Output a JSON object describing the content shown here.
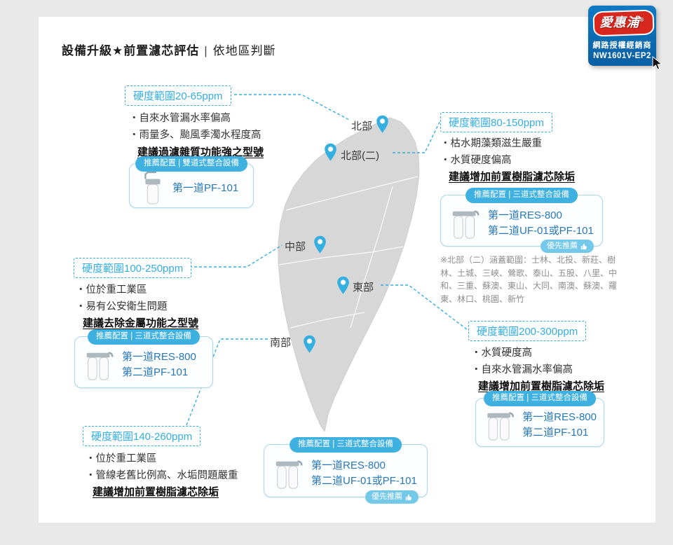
{
  "badge": {
    "logo": "愛惠浦",
    "reg": "®",
    "line1": "網路授權經銷商",
    "line2": "NW1601V-EP2"
  },
  "title": {
    "main": "設備升級★前置濾芯評估",
    "separator": "|",
    "sub": "依地區判斷"
  },
  "pins": {
    "north": "北部",
    "north2": "北部(二)",
    "central": "中部",
    "east": "東部",
    "south": "南部"
  },
  "callouts": {
    "north": {
      "hardness": "硬度範圍20-65ppm",
      "bullets": [
        "・自來水管漏水率偏高",
        "・雨量多、颱風季濁水程度高"
      ],
      "rec": "建議過濾雜質功能強之型號",
      "card": {
        "header": "推薦配置 | 雙道式整合設備",
        "line1": "第一道PF-101"
      }
    },
    "north2": {
      "hardness": "硬度範圍80-150ppm",
      "bullets": [
        "・枯水期藻類滋生嚴重",
        "・水質硬度偏高"
      ],
      "rec": "建議增加前置樹脂濾芯除垢",
      "card": {
        "header": "推薦配置 | 三道式整合設備",
        "line1": "第一道RES-800",
        "line2": "第二道UF-01或PF-101",
        "priority": "優先推薦"
      },
      "note": "※北部（二）涵蓋範圍：士林、北投、新莊、樹林、土城、三峽、鶯歌、泰山、五股、八里、中和、三重、蘇澳、東山、大同、南澳、蘇澳、羅東、林口、桃園、新竹"
    },
    "central": {
      "hardness": "硬度範圍100-250ppm",
      "bullets": [
        "・位於重工業區",
        "・易有公安衛生問題"
      ],
      "rec": "建議去除金屬功能之型號",
      "card": {
        "header": "推薦配置 | 三道式整合設備",
        "line1": "第一道RES-800",
        "line2": "第二道PF-101"
      }
    },
    "east": {
      "hardness": "硬度範圍200-300ppm",
      "bullets": [
        "・水質硬度高",
        "・自來水管漏水率偏高"
      ],
      "rec": "建議增加前置樹脂濾芯除垢",
      "card": {
        "header": "推薦配置 | 三道式整合設備",
        "line1": "第一道RES-800",
        "line2": "第二道PF-101"
      }
    },
    "south": {
      "hardness": "硬度範圍140-260ppm",
      "bullets": [
        "・位於重工業區",
        "・管線老舊比例高、水垢問題嚴重"
      ],
      "rec": "建議增加前置樹脂濾芯除垢",
      "card": {
        "header": "推薦配置 | 三道式整合設備",
        "line1": "第一道RES-800",
        "line2": "第二道UF-01或PF-101",
        "priority": "優先推薦"
      }
    }
  },
  "colors": {
    "accent": "#35aee0",
    "badge_blue": "#0a5fa2",
    "logo_red": "#d6281e",
    "product_text": "#2878b8",
    "map_gray": "#d7d7d7"
  }
}
